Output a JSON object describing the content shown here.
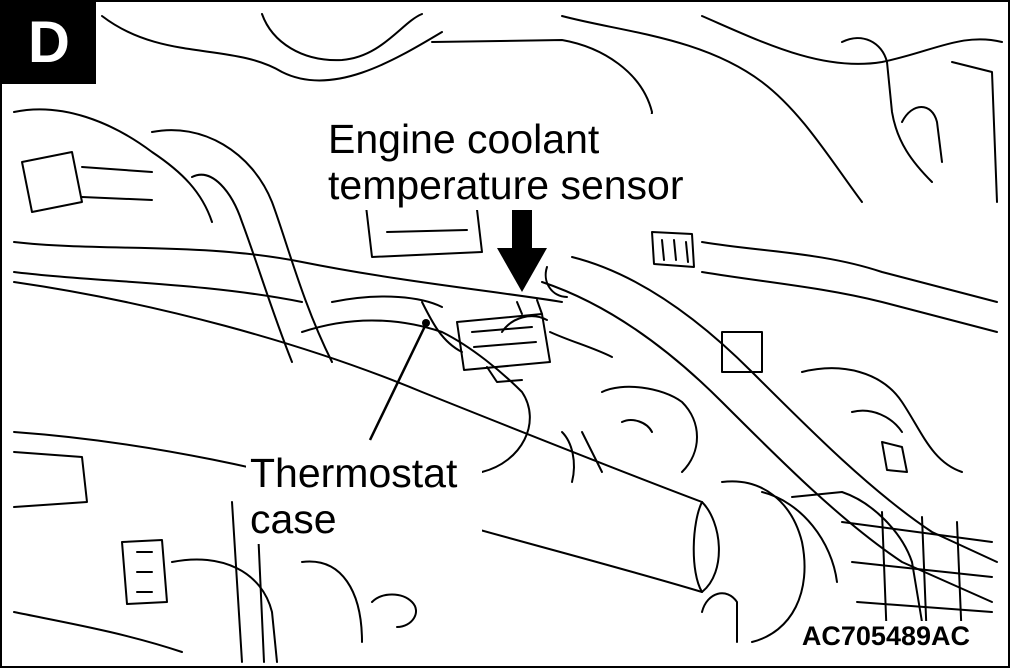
{
  "figure": {
    "panel_letter": "D",
    "labels": {
      "sensor_line1": "Engine coolant",
      "sensor_line2": "temperature sensor",
      "case_line1": "Thermostat",
      "case_line2": "case"
    },
    "figure_code": "AC705489AC",
    "colors": {
      "ink": "#000000",
      "paper": "#ffffff"
    }
  }
}
